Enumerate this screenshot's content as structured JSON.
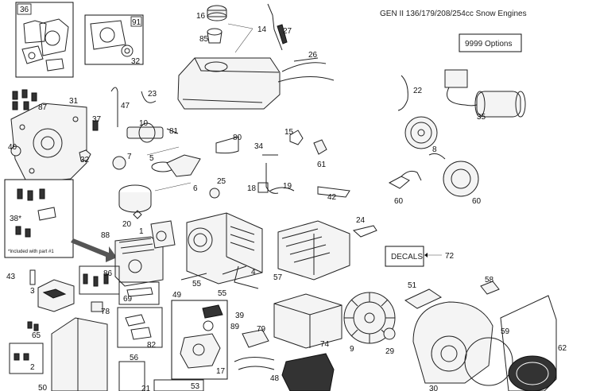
{
  "title": "GEN II 136/179/208/254cc Snow Engines",
  "boxes": {
    "options": "9999  Options",
    "decals": "DECALS",
    "note": "*Included with part #1"
  },
  "labels": {
    "p36": "36",
    "p91": "91",
    "p32a": "32",
    "p16": "16",
    "p85": "85",
    "p14": "14",
    "p27": "27",
    "p26": "26",
    "p22": "22",
    "p35": "35",
    "p87": "87",
    "p31": "31",
    "p47": "47",
    "p23": "23",
    "p37": "37",
    "p10": "10",
    "p81": "81",
    "p40": "40",
    "p32b": "32",
    "p7": "7",
    "p5": "5",
    "p80": "80",
    "p15": "15",
    "p61": "61",
    "p34": "34",
    "p8": "8",
    "p25": "25",
    "p6": "6",
    "p18": "18",
    "p19": "19",
    "p42": "42",
    "p60a": "60",
    "p60b": "60",
    "p38": "38*",
    "p20": "20",
    "p1": "1",
    "p88": "88",
    "p24": "24",
    "p72": "72",
    "p43": "43",
    "p3": "3",
    "p86": "86",
    "p4": "4",
    "p57": "57",
    "p55a": "55",
    "p49": "49",
    "p55b": "55",
    "p51": "51",
    "p58": "58",
    "p69": "69",
    "p78": "78",
    "p39": "39",
    "p89": "89",
    "p79": "79",
    "p74": "74",
    "p9": "9",
    "p29": "29",
    "p59": "59",
    "p65": "65",
    "p82": "82",
    "p62": "62",
    "p2": "2",
    "p56": "56",
    "p17": "17",
    "p48": "48",
    "p50": "50",
    "p21": "21",
    "p53": "53",
    "p30": "30"
  }
}
